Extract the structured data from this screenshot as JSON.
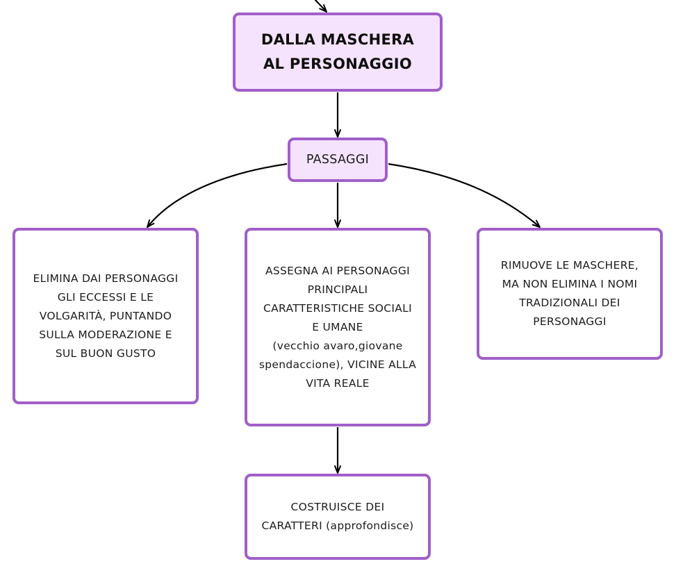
{
  "diagram": {
    "colors": {
      "node_border": "#a05fc9",
      "highlight_fill": "#f5e3fd",
      "connector": "#000000"
    },
    "nodes": {
      "title": {
        "text": "DALLA MASCHERA\nAL PERSONAGGIO"
      },
      "hub": {
        "text": "PASSAGGI"
      },
      "left": {
        "text": "ELIMINA DAI PERSONAGGI\nGLI ECCESSI E LE\nVOLGARITÀ, PUNTANDO\nSULLA MODERAZIONE E\nSUL BUON GUSTO"
      },
      "center": {
        "text": "ASSEGNA AI PERSONAGGI\nPRINCIPALI\nCARATTERISTICHE SOCIALI\nE UMANE\n(vecchio avaro,giovane\nspendaccione), VICINE ALLA\nVITA REALE"
      },
      "right": {
        "text": "RIMUOVE LE MASCHERE,\nMA NON ELIMINA I NOMI\nTRADIZIONALI DEI\nPERSONAGGI"
      },
      "bottom": {
        "text": "COSTRUISCE DEI\nCARATTERI (approfondisce)"
      }
    },
    "edges": [
      {
        "from": "offscreen",
        "to": "title"
      },
      {
        "from": "title",
        "to": "hub"
      },
      {
        "from": "hub",
        "to": "left"
      },
      {
        "from": "hub",
        "to": "center"
      },
      {
        "from": "hub",
        "to": "right"
      },
      {
        "from": "center",
        "to": "bottom"
      }
    ]
  }
}
